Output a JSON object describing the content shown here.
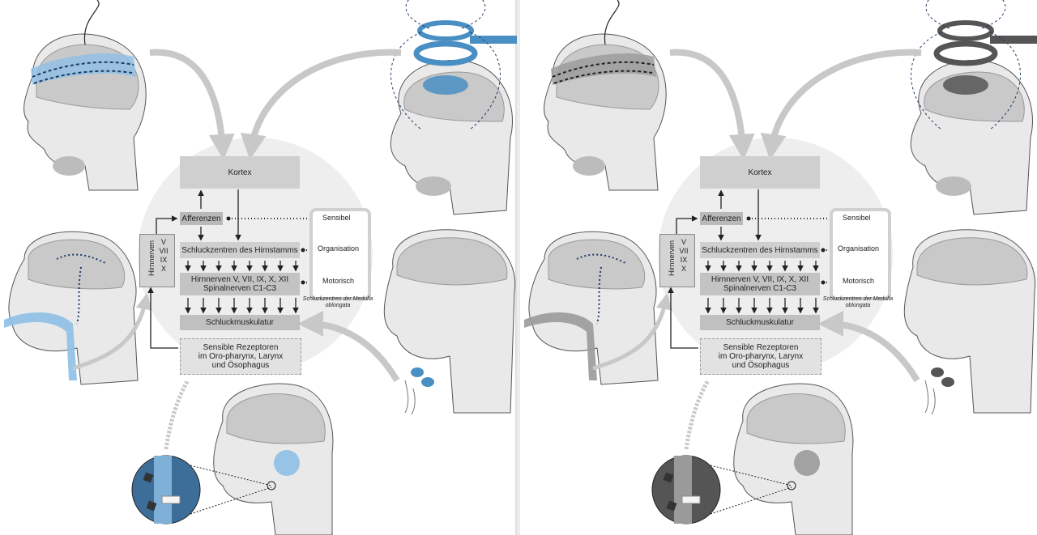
{
  "diagram": {
    "cortex": "Kortex",
    "afferents": "Afferenzen",
    "brainstem_centers": "Schluckzentren des Hirnstamms",
    "cranial_nerves_line1": "Hirnnerven V, VII, IX, X, XII",
    "cranial_nerves_line2": "Spinalnerven C1-C3",
    "swallowing_muscles": "Schluckmuskulatur",
    "receptors_line1": "Sensible Rezeptoren",
    "receptors_line2": "im Oro-pharynx, Larynx",
    "receptors_line3": "und Ösophagus",
    "nerve_box_title": "Hirnnerven",
    "nerve_box_numbers": [
      "V",
      "VII",
      "IX",
      "X"
    ],
    "label_sensory": "Sensibel",
    "label_organisation": "Organisation",
    "label_motor": "Motorisch",
    "label_medulla": "Schluckzentren der Medulla oblongata"
  },
  "colors": {
    "accent_left": "#4a8fc4",
    "accent_left_light": "#8ec0e6",
    "accent_right": "#555555",
    "accent_right_light": "#9a9a9a",
    "head_fill": "#e9e9e9",
    "brain_fill": "#c9c9c9",
    "arrow_gray": "#c8c8c8"
  },
  "panels": [
    {
      "id": "left",
      "variant": "color"
    },
    {
      "id": "right",
      "variant": "grayscale"
    }
  ]
}
